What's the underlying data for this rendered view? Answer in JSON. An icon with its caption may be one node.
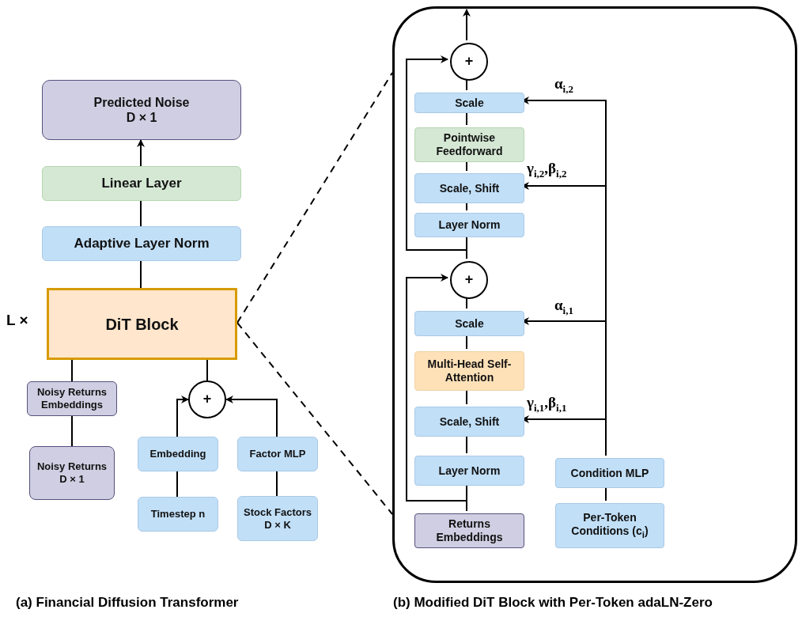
{
  "diagram": {
    "nodes": [
      {
        "text": [
          "Predicted Noise",
          "D × 1"
        ]
      },
      {
        "text": [
          "Linear Layer"
        ]
      },
      {
        "text": [
          "Adaptive Layer Norm"
        ]
      },
      {
        "text": [
          "DiT Block"
        ],
        "beside": [
          "L ×"
        ]
      },
      {
        "text": [
          "Noisy Returns Embeddings"
        ]
      },
      {
        "text": [
          "Noisy Returns",
          "D × 1"
        ]
      },
      {
        "text": [
          "+"
        ]
      },
      {
        "text": [
          "Embedding"
        ]
      },
      {
        "text": [
          "Factor MLP"
        ]
      },
      {
        "text": [
          "Timestep n"
        ]
      },
      {
        "text": [
          "Stock Factors",
          "D × K"
        ]
      },
      {
        "text": [],
        "shape": "box"
      },
      {
        "text": [
          "+"
        ],
        "in": 11
      },
      {
        "text": [
          "Scale"
        ],
        "in": 11
      },
      {
        "text": [
          "Pointwise Feedforward"
        ],
        "in": 11
      },
      {
        "text": [
          "Scale, Shift"
        ],
        "in": 11
      },
      {
        "text": [
          "Layer Norm"
        ],
        "in": 11
      },
      {
        "text": [
          "+"
        ],
        "in": 11
      },
      {
        "text": [
          "Scale"
        ],
        "in": 11
      },
      {
        "text": [
          "Multi-Head Self-Attention"
        ],
        "in": 11
      },
      {
        "text": [
          "Scale, Shift"
        ],
        "in": 11
      },
      {
        "text": [
          "Layer Norm"
        ],
        "in": 11
      },
      {
        "text": [
          "Returns Embeddings"
        ],
        "in": 11
      },
      {
        "text": [
          "Condition MLP"
        ],
        "in": 11
      },
      {
        "text": [
          "Per-Token Conditions (c$_{i}$)"
        ],
        "in": 11
      }
    ],
    "edges": [
      {
        "from": 1,
        "to": 0,
        "arrow": "to"
      },
      {
        "from": 2,
        "to": 1,
        "arrow": "none"
      },
      {
        "from": 3,
        "to": 2,
        "arrow": "none"
      },
      {
        "from": 4,
        "to": 3,
        "arrow": "none"
      },
      {
        "from": 5,
        "to": 4,
        "arrow": "none"
      },
      {
        "from": 6,
        "to": 3,
        "arrow": "none"
      },
      {
        "from": 7,
        "to": 6,
        "arrow": "to"
      },
      {
        "from": 8,
        "to": 6,
        "arrow": "to"
      },
      {
        "from": 9,
        "to": 7,
        "arrow": "none"
      },
      {
        "from": 10,
        "to": 8,
        "arrow": "none"
      },
      {
        "from": 3,
        "to": 11,
        "arrow": "none",
        "style": "dashed"
      },
      {
        "from": 3,
        "to": 11,
        "arrow": "none",
        "style": "dashed"
      },
      {
        "from": 12,
        "to": null,
        "arrow": "to"
      },
      {
        "from": 13,
        "to": 12,
        "arrow": "none"
      },
      {
        "from": 14,
        "to": 13,
        "arrow": "none"
      },
      {
        "from": 15,
        "to": 14,
        "arrow": "none"
      },
      {
        "from": 16,
        "to": 15,
        "arrow": "none"
      },
      {
        "from": 17,
        "to": 16,
        "arrow": "none"
      },
      {
        "from": 17,
        "to": 12,
        "arrow": "to"
      },
      {
        "from": 18,
        "to": 17,
        "arrow": "none"
      },
      {
        "from": 19,
        "to": 18,
        "arrow": "none"
      },
      {
        "from": 20,
        "to": 19,
        "arrow": "none"
      },
      {
        "from": 21,
        "to": 20,
        "arrow": "none"
      },
      {
        "from": 22,
        "to": 21,
        "arrow": "none"
      },
      {
        "from": 22,
        "to": 17,
        "arrow": "to"
      },
      {
        "from": 23,
        "to": 13,
        "arrow": "to",
        "label": "α$_{i,2}$"
      },
      {
        "from": 23,
        "to": 15,
        "arrow": "to",
        "label": "γ$_{i,2}$,β$_{i,2}$"
      },
      {
        "from": 23,
        "to": 18,
        "arrow": "to",
        "label": "α$_{i,1}$"
      },
      {
        "from": 23,
        "to": 20,
        "arrow": "to",
        "label": "γ$_{i,1}$,β$_{i,1}$"
      },
      {
        "from": 24,
        "to": 23,
        "arrow": "none"
      }
    ],
    "labels": [
      "(a) Financial Diffusion Transformer",
      "(b) Modified DiT Block with Per-Token adaLN-Zero"
    ]
  }
}
